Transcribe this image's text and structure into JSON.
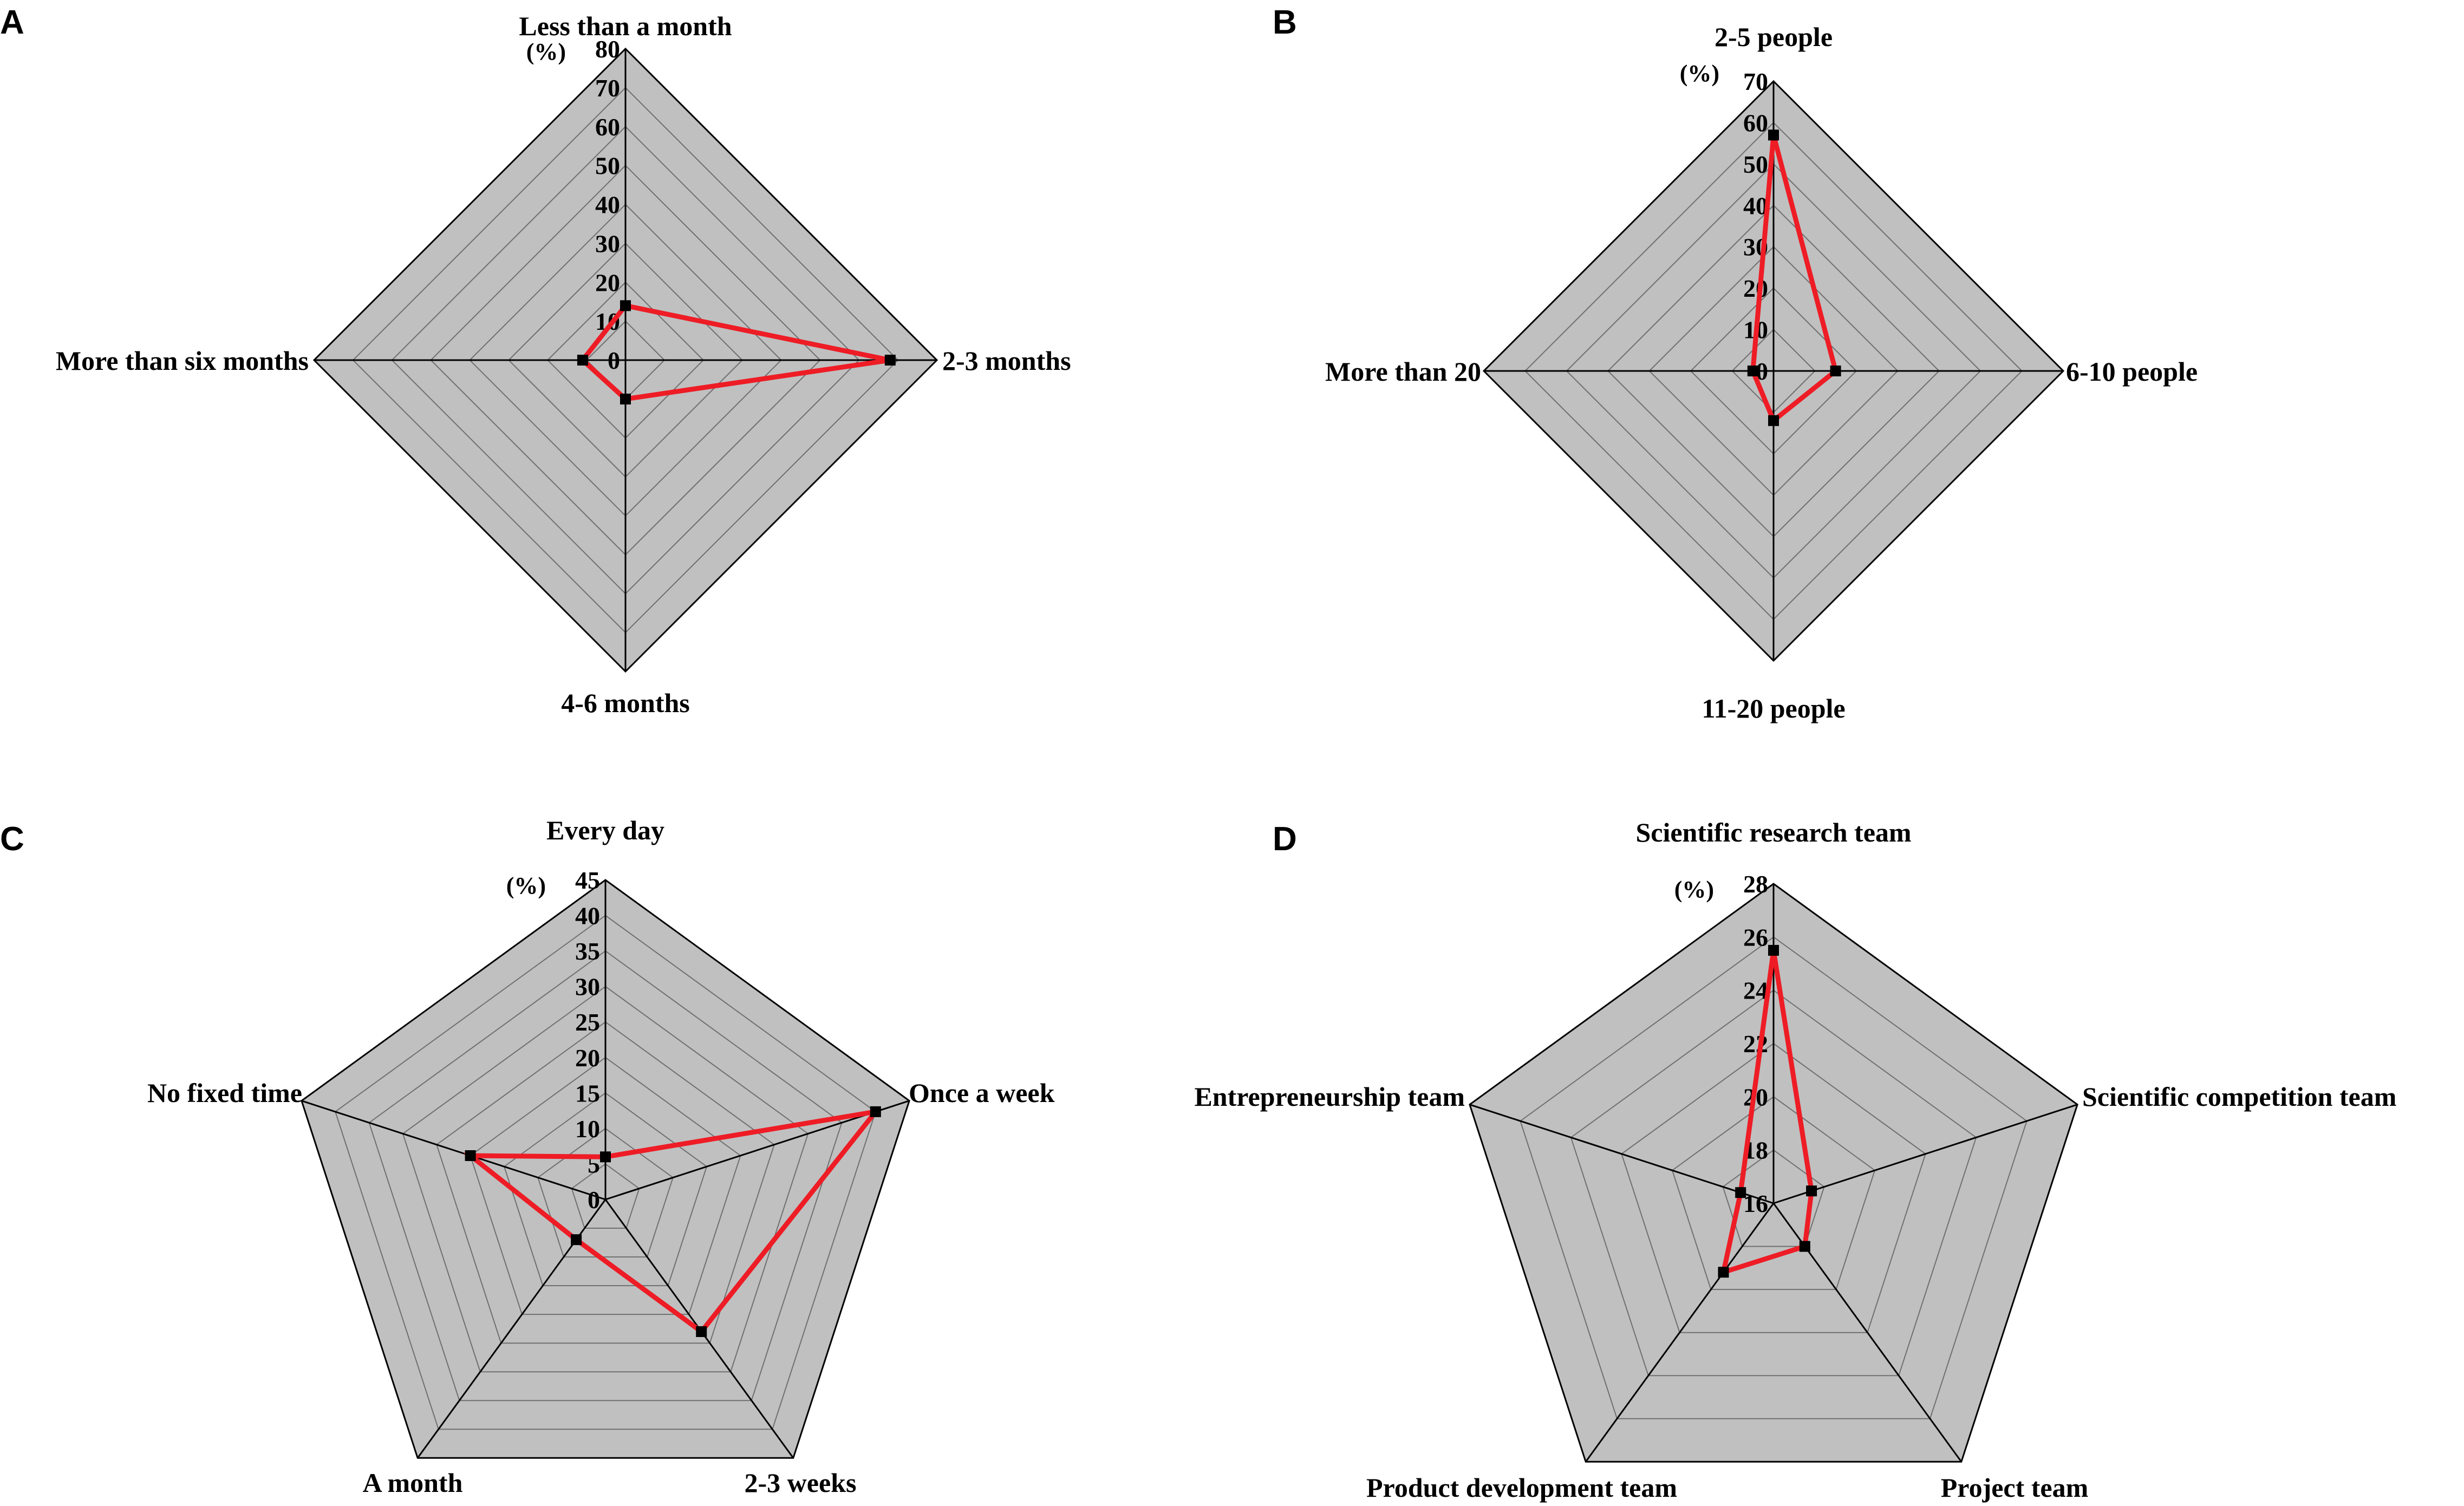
{
  "colors": {
    "plot_fill": "#c0c0c0",
    "grid": "#707070",
    "axis": "#000000",
    "series": "#ee1c25",
    "marker": "#000000"
  },
  "chart_data": [
    {
      "type": "radar",
      "panel": "A",
      "unit": "(%)",
      "categories": [
        "Less than a month",
        "2-3 months",
        "4-6 months",
        "More than six months"
      ],
      "ticks": [
        "0",
        "10",
        "20",
        "30",
        "40",
        "50",
        "60",
        "70",
        "80"
      ],
      "range": [
        0,
        80
      ],
      "values": [
        14,
        68,
        10,
        11
      ]
    },
    {
      "type": "radar",
      "panel": "B",
      "unit": "(%)",
      "categories": [
        "2-5 people",
        "6-10 people",
        "11-20 people",
        "More than 20"
      ],
      "ticks": [
        "0",
        "10",
        "20",
        "30",
        "40",
        "50",
        "60",
        "70"
      ],
      "range": [
        0,
        70
      ],
      "values": [
        57,
        15,
        12,
        5
      ]
    },
    {
      "type": "radar",
      "panel": "C",
      "unit": "(%)",
      "categories": [
        "Every day",
        "Once a week",
        "2-3 weeks",
        "A month",
        "No fixed time"
      ],
      "ticks": [
        "0",
        "5",
        "10",
        "15",
        "20",
        "25",
        "30",
        "35",
        "40",
        "45"
      ],
      "range": [
        0,
        45
      ],
      "values": [
        6,
        40,
        23,
        7,
        20
      ]
    },
    {
      "type": "radar",
      "panel": "D",
      "unit": "(%)",
      "categories": [
        "Scientific research team",
        "Scientific competition team",
        "Project team",
        "Product development team",
        "Entrepreneurship team"
      ],
      "ticks": [
        "16",
        "18",
        "20",
        "22",
        "24",
        "26",
        "28"
      ],
      "range": [
        16,
        28
      ],
      "values": [
        25.5,
        17.5,
        18,
        19.2,
        17.3
      ]
    }
  ]
}
